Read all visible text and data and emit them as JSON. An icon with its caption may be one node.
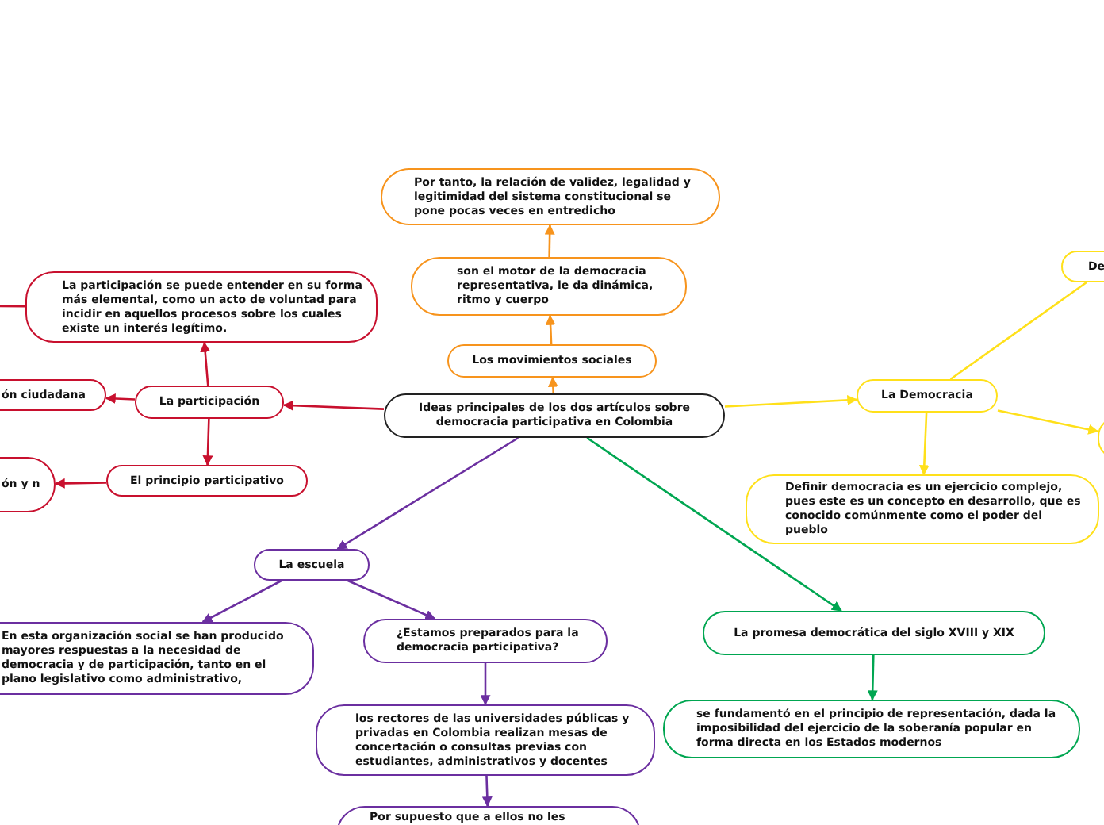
{
  "diagram": {
    "nodes": [
      {
        "text": [
          "Ideas principales de los dos artículos sobre democracia participativa en Colombia"
        ]
      },
      {
        "text": [
          "Los movimientos sociales"
        ]
      },
      {
        "text": [
          "son el motor de la democracia representativa, le da dinámica, ritmo y cuerpo"
        ]
      },
      {
        "text": [
          "Por tanto, la relación de validez, legalidad y legitimidad del sistema constitucional se pone pocas veces en entredicho"
        ]
      },
      {
        "text": [
          "La participación"
        ]
      },
      {
        "text": [
          "La participación se puede entender en su forma más elemental, como un acto de voluntad para incidir en aquellos procesos sobre los cuales existe un interés legítimo."
        ]
      },
      {
        "text": [
          "ón ciudadana"
        ]
      },
      {
        "text": [
          "El principio participativo"
        ]
      },
      {
        "text": [
          "ón y n"
        ]
      },
      {
        "text": [
          "La Democracia"
        ]
      },
      {
        "text": [
          "De"
        ]
      },
      {
        "text": [],
        "shape": "box"
      },
      {
        "text": [
          "Definir democracia es un ejercicio complejo, pues este es un concepto en desarrollo, que es conocido comúnmente como el poder del pueblo"
        ]
      },
      {
        "text": [
          "La escuela"
        ]
      },
      {
        "text": [
          "En esta organización social se han producido mayores respuestas a la necesidad de democracia y de participación, tanto en el plano legislativo como administrativo,"
        ]
      },
      {
        "text": [
          "¿Estamos preparados para la democracia participativa?"
        ]
      },
      {
        "text": [
          "los rectores de las universidades públicas y privadas en Colombia realizan mesas de concertación o consultas previas con estudiantes, administrativos y docentes"
        ]
      },
      {
        "text": [
          "Por supuesto que a ellos no les"
        ]
      },
      {
        "text": [
          "La promesa democrática del siglo XVIII y XIX"
        ]
      },
      {
        "text": [
          "se fundamentó en el principio de representación, dada la imposibilidad del ejercicio de la soberanía popular en forma directa en los Estados modernos"
        ]
      }
    ],
    "edges": [
      {
        "from": 0,
        "to": 1,
        "arrow": "to",
        "color": "#f7941d"
      },
      {
        "from": 1,
        "to": 2,
        "arrow": "to",
        "color": "#f7941d"
      },
      {
        "from": 2,
        "to": 3,
        "arrow": "to",
        "color": "#f7941d"
      },
      {
        "from": 0,
        "to": 4,
        "arrow": "to",
        "color": "#c8102e"
      },
      {
        "from": 4,
        "to": 5,
        "arrow": "to",
        "color": "#c8102e"
      },
      {
        "from": 4,
        "to": 6,
        "arrow": "to",
        "color": "#c8102e"
      },
      {
        "from": 4,
        "to": 7,
        "arrow": "to",
        "color": "#c8102e"
      },
      {
        "from": 7,
        "to": 8,
        "arrow": "to",
        "color": "#c8102e"
      },
      {
        "from": 5,
        "to": null,
        "arrow": "none",
        "color": "#c8102e"
      },
      {
        "from": 0,
        "to": 9,
        "arrow": "to",
        "color": "#ffe01a"
      },
      {
        "from": 9,
        "to": 10,
        "arrow": "none",
        "color": "#ffe01a"
      },
      {
        "from": 9,
        "to": 11,
        "arrow": "to",
        "color": "#ffe01a"
      },
      {
        "from": 9,
        "to": 12,
        "arrow": "to",
        "color": "#ffe01a"
      },
      {
        "from": 0,
        "to": 13,
        "arrow": "to",
        "color": "#6b2fa0"
      },
      {
        "from": 13,
        "to": 14,
        "arrow": "to",
        "color": "#6b2fa0"
      },
      {
        "from": 13,
        "to": 15,
        "arrow": "to",
        "color": "#6b2fa0"
      },
      {
        "from": 15,
        "to": 16,
        "arrow": "to",
        "color": "#6b2fa0"
      },
      {
        "from": 16,
        "to": 17,
        "arrow": "to",
        "color": "#6b2fa0"
      },
      {
        "from": 0,
        "to": 18,
        "arrow": "to",
        "color": "#00a651"
      },
      {
        "from": 18,
        "to": 19,
        "arrow": "to",
        "color": "#00a651"
      }
    ]
  }
}
